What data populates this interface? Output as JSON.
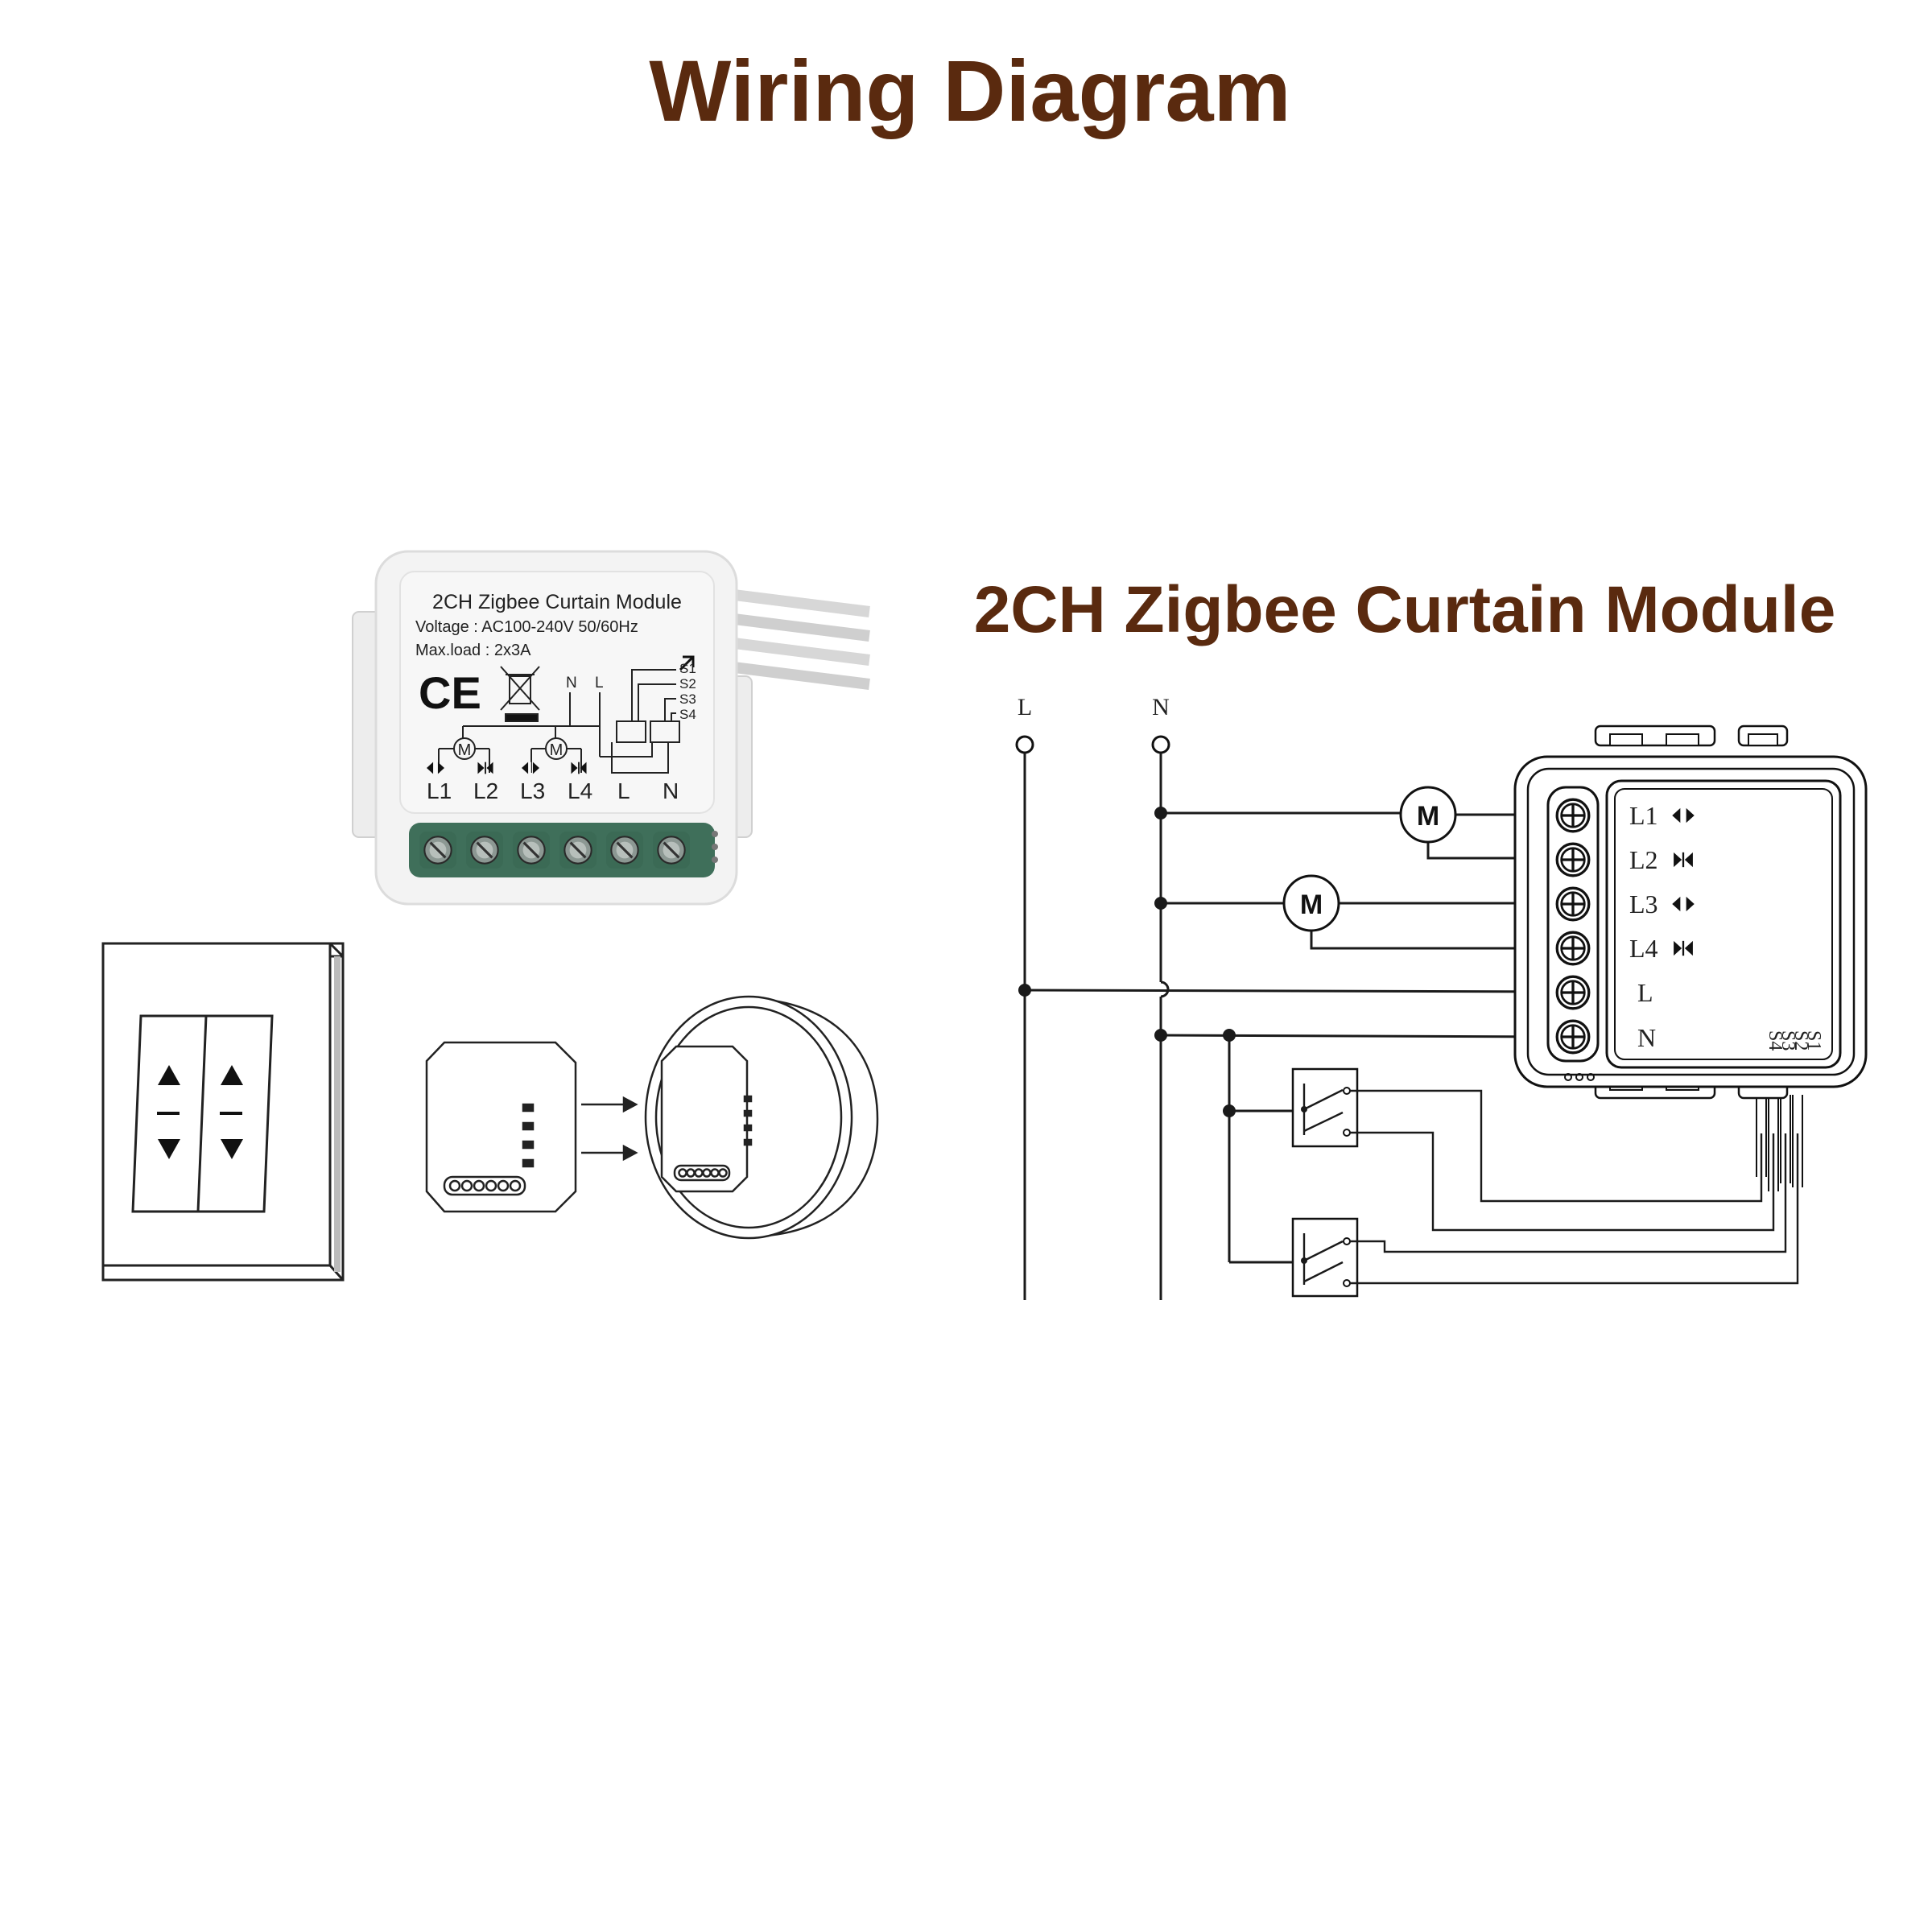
{
  "page": {
    "title": "Wiring Diagram",
    "subtitle": "2CH Zigbee Curtain Module",
    "title_color": "#5a2a0f"
  },
  "product": {
    "name": "2CH Zigbee Curtain Module",
    "voltage": "Voltage : AC100-240V 50/60Hz",
    "max_load": "Max.load : 2x3A",
    "ce_mark": "CE",
    "motor_label": "M",
    "terminals": [
      "L1",
      "L2",
      "L3",
      "L4",
      "L",
      "N"
    ],
    "switch_terminals": [
      "S1",
      "S2",
      "S3",
      "S4"
    ],
    "internal_labels": [
      "N",
      "L"
    ],
    "terminal_block_color": "#3f6f5a"
  },
  "schematic": {
    "supply": [
      "L",
      "N"
    ],
    "motors": [
      "M",
      "M"
    ],
    "module_terminals": [
      "L1",
      "L2",
      "L3",
      "L4",
      "L",
      "N"
    ],
    "switch_terminals": [
      "S1",
      "S2",
      "S3",
      "S4"
    ]
  },
  "icons": [
    "curtain-open-icon",
    "curtain-close-icon",
    "up-arrow-icon",
    "down-arrow-icon",
    "weee-bin-icon"
  ]
}
